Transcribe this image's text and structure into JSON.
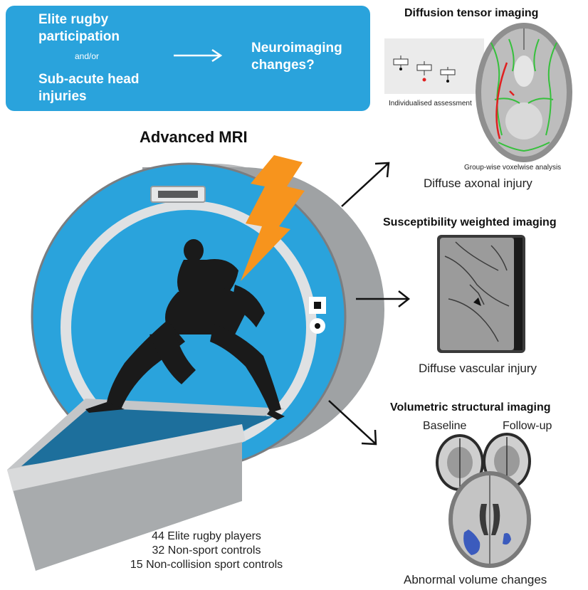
{
  "banner": {
    "line1": "Elite rugby",
    "line2": "participation",
    "andor": "and/or",
    "line3": "Sub-acute head",
    "line4": "injuries",
    "outcome1": "Neuroimaging",
    "outcome2": "changes?"
  },
  "scanner": {
    "title": "Advanced MRI",
    "color_body": "#2aa3dc",
    "color_bolt": "#f7941d"
  },
  "cohorts": {
    "line1": "44 Elite rugby players",
    "line2": "32 Non-sport controls",
    "line3": "15 Non-collision sport controls"
  },
  "dti": {
    "title": "Diffusion tensor imaging",
    "individual": "Individualised assessment",
    "group": "Group-wise voxelwise analysis",
    "caption": "Diffuse axonal injury"
  },
  "swi": {
    "title": "Susceptibility weighted imaging",
    "caption": "Diffuse vascular injury"
  },
  "vol": {
    "title": "Volumetric structural imaging",
    "baseline": "Baseline",
    "followup": "Follow-up",
    "caption": "Abnormal volume changes"
  }
}
